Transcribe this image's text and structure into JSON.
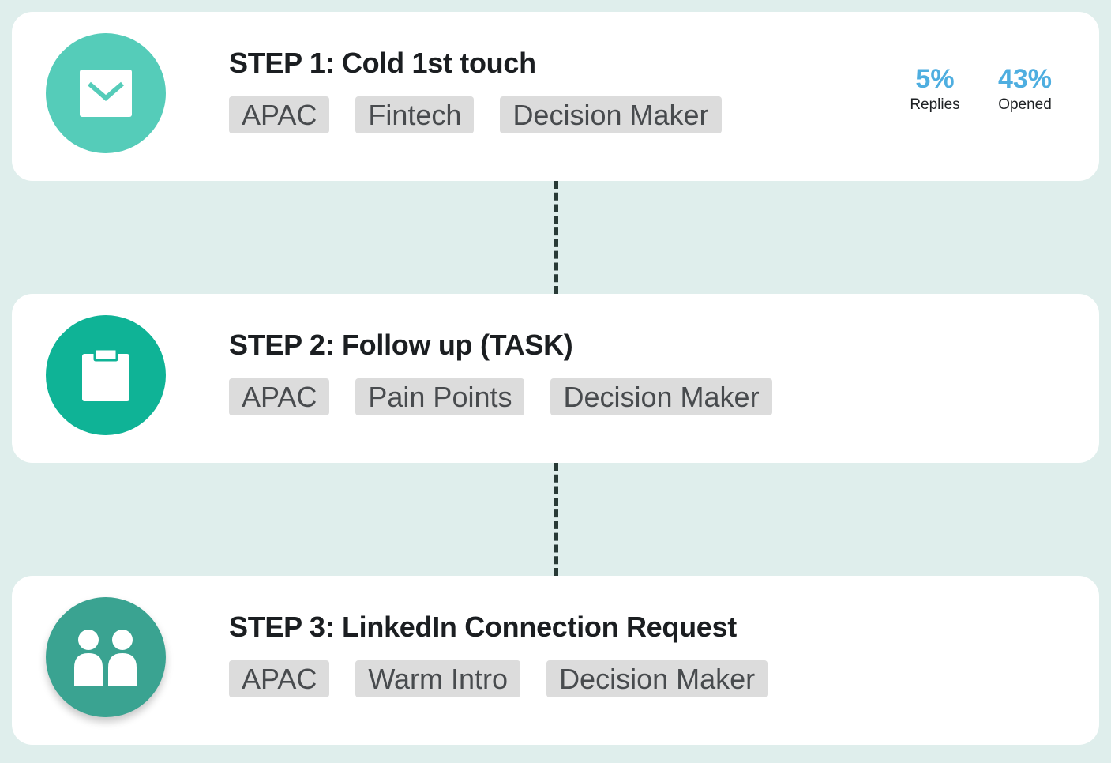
{
  "steps": [
    {
      "title": "STEP 1: Cold 1st touch",
      "icon": "envelope-icon",
      "tags": [
        "APAC",
        "Fintech",
        "Decision Maker"
      ],
      "stats": [
        {
          "value": "5%",
          "label": "Replies"
        },
        {
          "value": "43%",
          "label": "Opened"
        }
      ]
    },
    {
      "title": "STEP 2: Follow up (TASK)",
      "icon": "clipboard-icon",
      "tags": [
        "APAC",
        "Pain Points",
        "Decision Maker"
      ]
    },
    {
      "title": "STEP 3: LinkedIn Connection Request",
      "icon": "people-icon",
      "tags": [
        "APAC",
        "Warm Intro",
        "Decision Maker"
      ]
    }
  ],
  "colors": {
    "background": "#dfeeec",
    "step1_icon": "#55ccb9",
    "step2_icon": "#0fb396",
    "step3_icon": "#3aa391",
    "stat_value": "#4eaee0",
    "tag_bg": "#dcdcdc",
    "connector": "#283a36"
  }
}
